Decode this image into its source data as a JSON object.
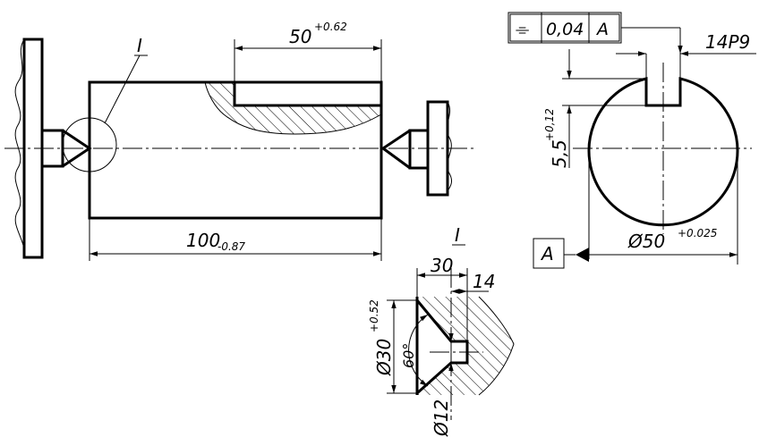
{
  "main_view": {
    "slot_length": "50",
    "slot_length_tol": "+0.62",
    "shaft_length": "100",
    "shaft_length_tol": "-0.87",
    "detail_mark": "I"
  },
  "section_view": {
    "tolerance_symbol": "⌯",
    "tolerance_value": "0,04",
    "tolerance_datum": "A",
    "key_width": "14P9",
    "key_depth": "5,5",
    "key_depth_tol": "+0,12",
    "diameter": "Ø50",
    "diameter_tol": "+0.025",
    "datum_label": "A"
  },
  "detail_view": {
    "title": "I",
    "depth_total": "30",
    "depth_bore": "14",
    "diameter_cone": "Ø30",
    "diameter_cone_tol": "+0.52",
    "angle": "60°",
    "diameter_bore": "Ø12"
  }
}
